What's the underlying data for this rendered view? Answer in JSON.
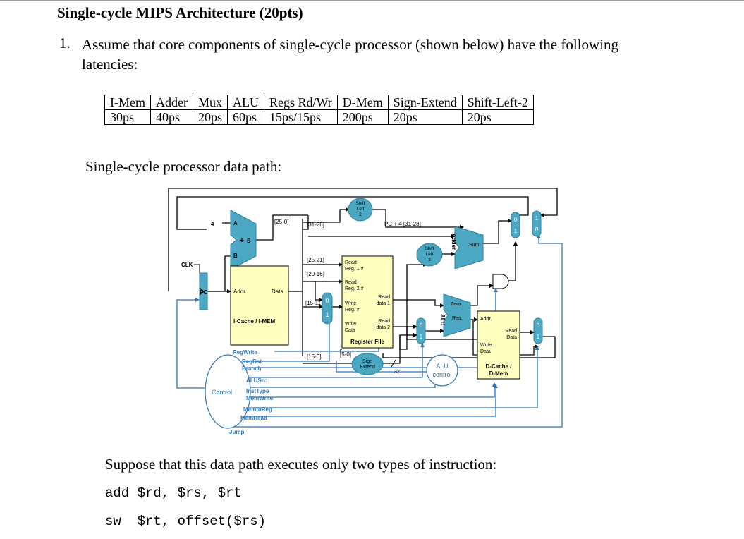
{
  "title": "Single-cycle MIPS Architecture (20pts)",
  "question": {
    "number": "1.",
    "text": "Assume that core components of single-cycle processor (shown below) have the following latencies:"
  },
  "latency_table": {
    "headers": [
      "I-Mem",
      "Adder",
      "Mux",
      "ALU",
      "Regs Rd/Wr",
      "D-Mem",
      "Sign-Extend",
      "Shift-Left-2"
    ],
    "values": [
      "30ps",
      "40ps",
      "20ps",
      "60ps",
      "15ps/15ps",
      "200ps",
      "20ps",
      "20ps"
    ]
  },
  "datapath_heading": "Single-cycle processor data path:",
  "diagram": {
    "const_4": "4",
    "adder_in_a": "A",
    "adder_in_b": "B",
    "adder_plus": "+",
    "adder_s": "S",
    "bits_25_0": "[25-0]",
    "bits_31_26": "[31-26]",
    "bits_25_21": "[25-21]",
    "bits_20_16": "[20-16]",
    "bits_15_11": "[15-11]",
    "bits_15_0": "[15-0]",
    "bits_5_0": "[5-0]",
    "pc4_label": "PC + 4 [31-28]",
    "clk": "CLK",
    "pc": "PC",
    "imem_addr": "Addr.",
    "imem_data": "Data",
    "imem_name": "I-Cache / I-MEM",
    "shift_top": [
      "Shift",
      "Left",
      "2"
    ],
    "shift_mid": [
      "Shift",
      "Left",
      "2"
    ],
    "rf_read1": [
      "Read",
      "Reg. 1 #"
    ],
    "rf_read2": [
      "Read",
      "Reg. 2 #"
    ],
    "rf_write": [
      "Write",
      "Reg. #"
    ],
    "rf_wdata": [
      "Write",
      "Data"
    ],
    "rf_rdata1": [
      "Read",
      "data 1"
    ],
    "rf_rdata2": [
      "Read",
      "data 2"
    ],
    "rf_name": "Register File",
    "sign_extend": [
      "Sign",
      "Extend"
    ],
    "bits_32": "32",
    "alu_name": "ALU",
    "alu_zero": "Zero",
    "alu_res": "Res.",
    "adder_name": "Adder",
    "adder_sum": "Sum",
    "mux_0": "0",
    "mux_1": "1",
    "dmem_addr": "Addr.",
    "dmem_rdata": [
      "Read",
      "Data"
    ],
    "dmem_wdata": [
      "Write",
      "Data"
    ],
    "dmem_name": [
      "D-Cache /",
      "D-Mem"
    ],
    "alu_control": [
      "ALU",
      "control"
    ],
    "control": "Control",
    "signals": [
      "RegWrite",
      "RegDst",
      "Branch",
      "ALUSrc",
      "InstType",
      "MemWrite",
      "MemtoReg",
      "MemRead",
      "Jump"
    ],
    "colors": {
      "teal": "#4ba7c2",
      "teal_dark": "#2f7f99",
      "mem_fill": "#ffffc0",
      "control_blue": "#2e75b6",
      "wire": "#000000"
    }
  },
  "suppose_text": "Suppose that this data path executes only two types of instruction:",
  "instructions": [
    "add $rd, $rs, $rt",
    "sw  $rt, offset($rs)"
  ]
}
